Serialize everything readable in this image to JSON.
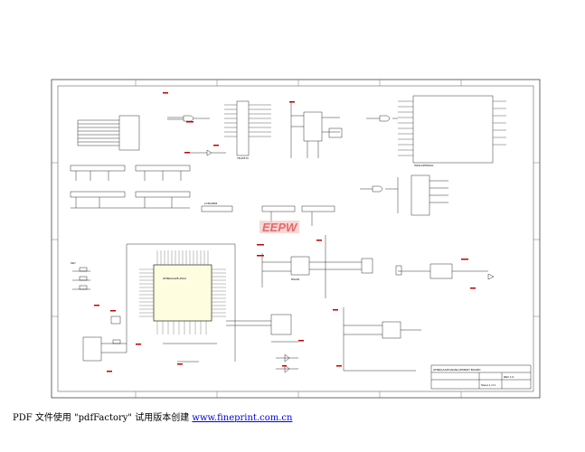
{
  "schematic": {
    "chip_labels": {
      "mcu": "ATMEGA128-16AU",
      "u2": "74HC573",
      "u_ram": "IS61LV25616AL",
      "u_lcd": "RS232"
    },
    "connector_labels": {
      "lcd": "LCD12864",
      "key": "KEY"
    },
    "watermark": "EEPW",
    "title_block": {
      "title_row": "ATMEGA128 DEVELOPMENT BOARD",
      "sheet": "Sheet 1 of 1",
      "rev": "REV 1.0"
    }
  },
  "footer": {
    "prefix": "PDF 文件使用 \"pdfFactory\" 试用版本创建 ",
    "link": "www.fineprint.com.cn"
  }
}
